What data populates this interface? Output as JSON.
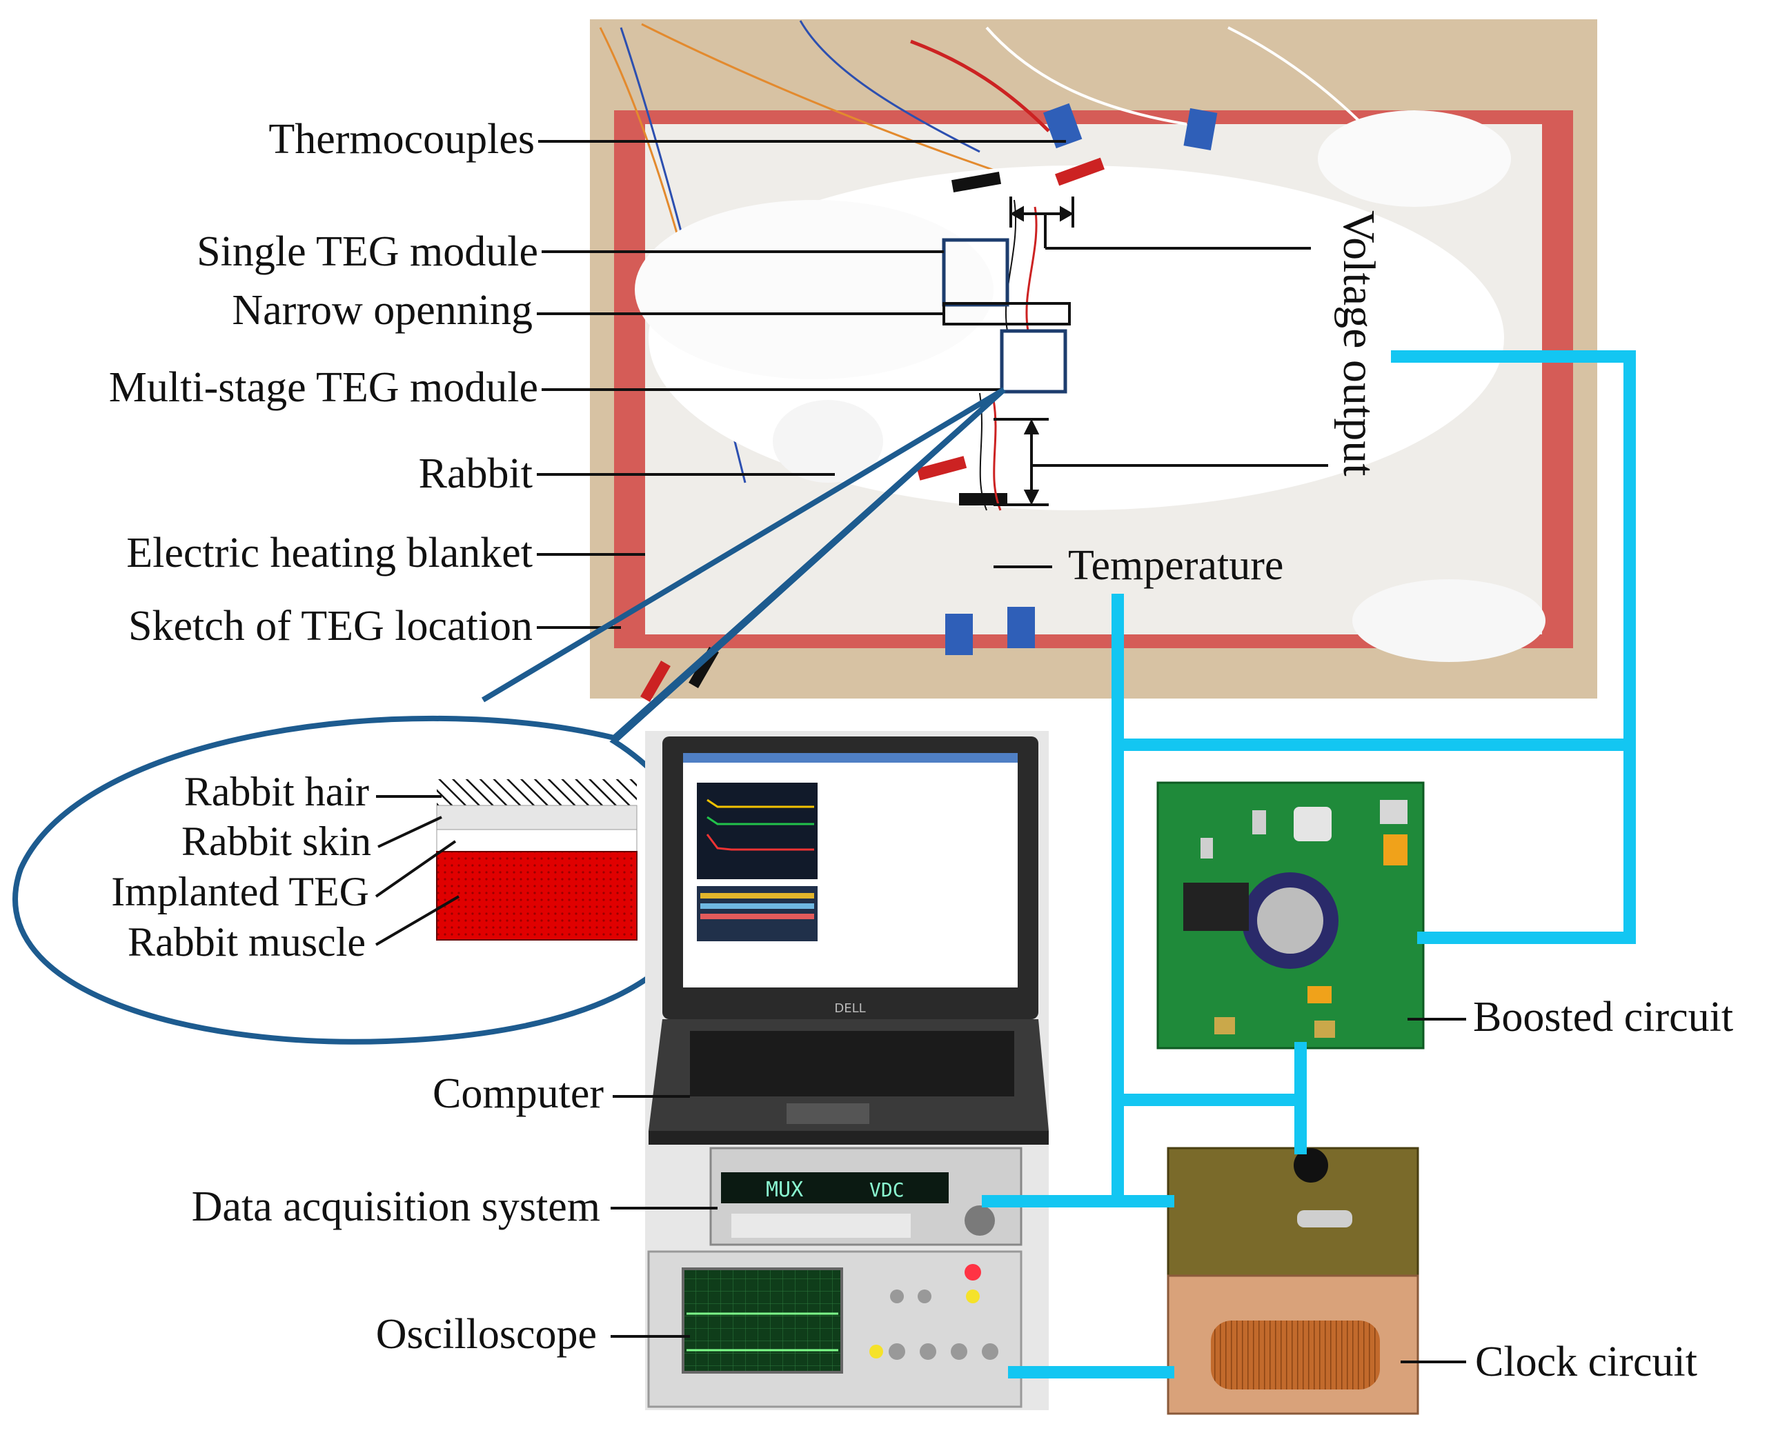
{
  "labels": {
    "thermocouples": "Thermocouples",
    "single_teg": "Single TEG module",
    "narrow_opening": "Narrow openning",
    "multi_stage_teg": "Multi-stage TEG module",
    "rabbit": "Rabbit",
    "heating_blanket": "Electric heating blanket",
    "sketch_teg": "Sketch of TEG location",
    "voltage_output": "Voltage output",
    "temperature": "Temperature",
    "computer": "Computer",
    "data_acquisition": "Data acquisition system",
    "oscilloscope": "Oscilloscope",
    "boosted_circuit": "Boosted circuit",
    "clock_circuit": "Clock circuit"
  },
  "inset_layers": {
    "hair": "Rabbit hair",
    "skin": "Rabbit skin",
    "teg": "Implanted TEG",
    "muscle": "Rabbit muscle"
  },
  "device_text": {
    "laptop_brand": "DELL",
    "dmm_left": "MUX",
    "dmm_right": "VDC"
  },
  "colors": {
    "connection_lines": "#13c6f2",
    "callout_outline": "#1d5b8f",
    "muscle_layer": "#e00000",
    "pcb_green": "#1f8a3a",
    "copper_coil": "#c26a2c"
  }
}
